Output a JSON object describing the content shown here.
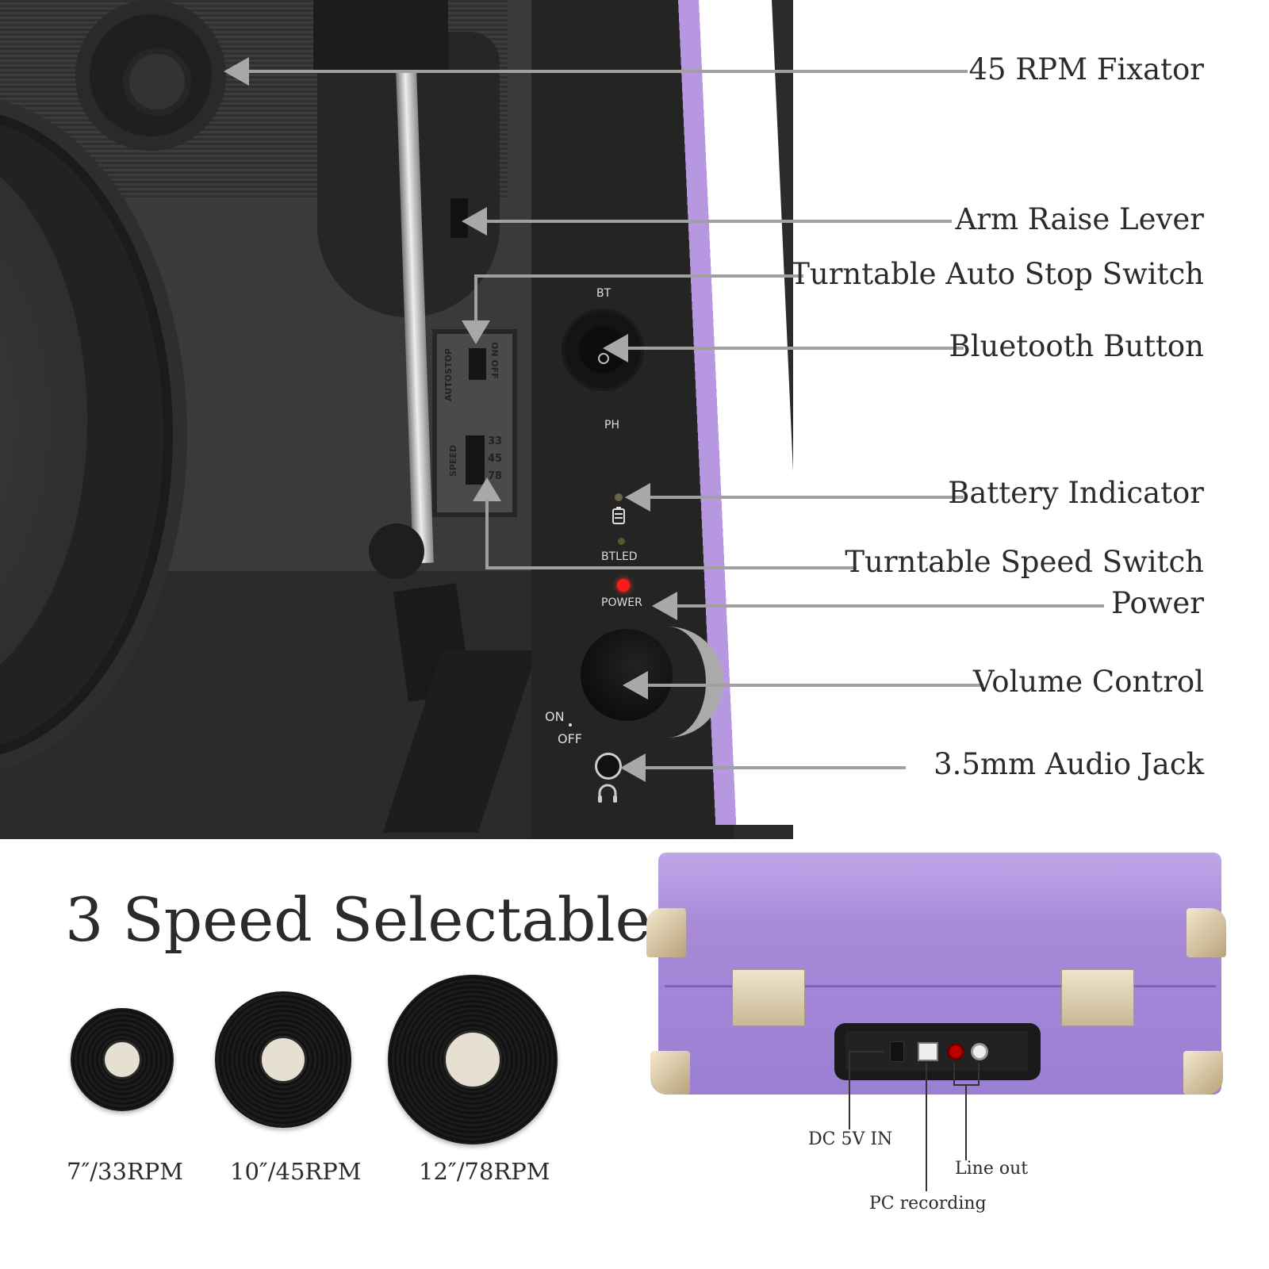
{
  "top_section": {
    "panel_labels": {
      "bt": "BT",
      "ph": "PH",
      "btled": "BTLED",
      "power": "POWER",
      "on": "ON",
      "off": "OFF",
      "autostop": "AUTOSTOP",
      "on_off": "ON OFF",
      "speed": "SPEED",
      "speed_33": "33",
      "speed_45": "45",
      "speed_78": "78"
    },
    "callouts": [
      {
        "id": "fixator",
        "label": "45 RPM Fixator"
      },
      {
        "id": "arm-raise",
        "label": "Arm Raise Lever"
      },
      {
        "id": "auto-stop",
        "label": "Turntable Auto Stop Switch"
      },
      {
        "id": "bluetooth",
        "label": "Bluetooth Button"
      },
      {
        "id": "battery",
        "label": "Battery Indicator"
      },
      {
        "id": "speed-switch",
        "label": "Turntable Speed Switch"
      },
      {
        "id": "power",
        "label": "Power"
      },
      {
        "id": "volume",
        "label": "Volume Control"
      },
      {
        "id": "audio-jack",
        "label": "3.5mm Audio Jack"
      }
    ],
    "icons": [
      "battery-icon",
      "headphones-icon",
      "power-led-icon"
    ],
    "colors": {
      "power_led": "#ff1a1a",
      "case_purple": "#a88ad9",
      "callout_line": "#a0a0a0",
      "text": "#2b2b2b"
    }
  },
  "speed_section": {
    "title": "3 Speed Selectable",
    "records": [
      {
        "label": "7″/33RPM"
      },
      {
        "label": "10″/45RPM"
      },
      {
        "label": "12″/78RPM"
      }
    ]
  },
  "rear_section": {
    "ports": [
      {
        "id": "dc",
        "label": "DC 5V IN"
      },
      {
        "id": "usb",
        "label": "PC recording"
      },
      {
        "id": "rca",
        "label": "Line out"
      }
    ]
  }
}
